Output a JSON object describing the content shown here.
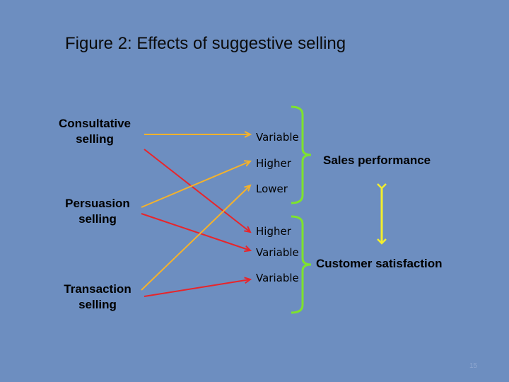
{
  "title": "Figure 2:  Effects of suggestive selling",
  "sources": [
    {
      "line1": "Consultative",
      "line2": "selling"
    },
    {
      "line1": "Persuasion",
      "line2": "selling"
    },
    {
      "line1": "Transaction",
      "line2": "selling"
    }
  ],
  "outcomes": [
    "Variable",
    "Higher",
    "Lower",
    "Higher",
    "Variable",
    "Variable"
  ],
  "results": {
    "sales": "Sales performance",
    "satisfaction": "Customer  satisfaction"
  },
  "page_number": "15",
  "colors": {
    "background": "#6d8ec0",
    "orange_arrow": "#f5b22a",
    "red_arrow": "#e8252a",
    "bracket": "#7ee22e",
    "double_arrow": "#f2ee2e"
  }
}
